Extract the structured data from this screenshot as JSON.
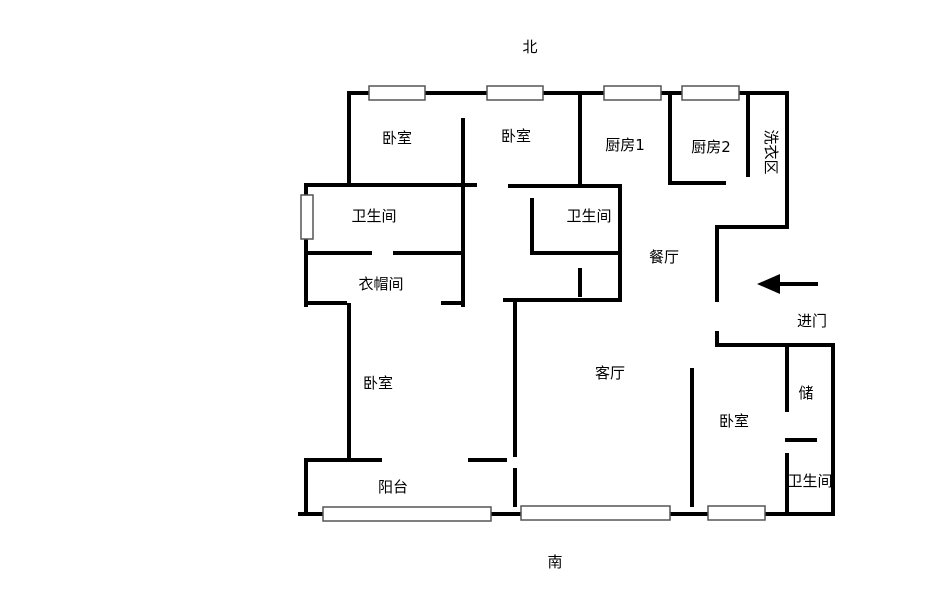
{
  "compass": {
    "north": "北",
    "south": "南"
  },
  "rooms": {
    "bedroom_nw": "卧室",
    "bedroom_n": "卧室",
    "kitchen_1": "厨房1",
    "kitchen_2": "厨房2",
    "laundry": "洗衣区",
    "bathroom_w": "卫生间",
    "bathroom_c": "卫生间",
    "dining": "餐厅",
    "cloakroom": "衣帽间",
    "entrance": "进门",
    "bedroom_w": "卧室",
    "living": "客厅",
    "storage": "储",
    "bedroom_se": "卧室",
    "bathroom_se": "卫生间",
    "balcony": "阳台"
  },
  "colors": {
    "wall": "#000000",
    "window": "#ffffff",
    "background": "#ffffff"
  }
}
